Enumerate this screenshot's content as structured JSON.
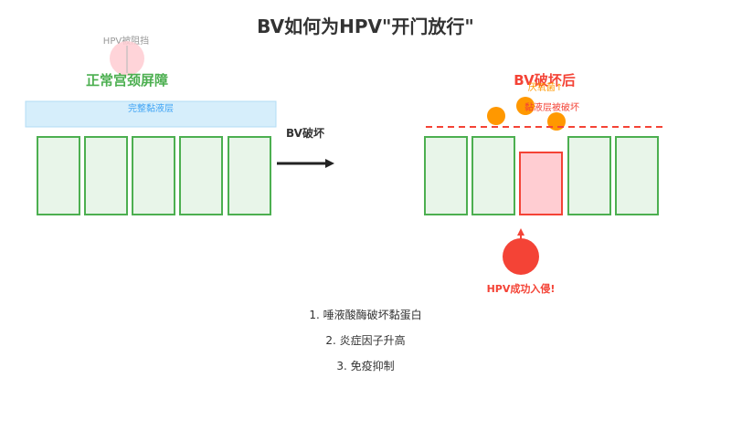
{
  "title": "BV如何为HPV\"开门放行\"",
  "left": {
    "heading": "正常宫颈屏障",
    "hpv_label": "HPV被阻挡",
    "mucus_label": "完整黏液层"
  },
  "arrow_label": "BV破坏",
  "right": {
    "heading": "BV破坏后",
    "anaerobe_label": "厌氧菌↑",
    "mucus_label": "黏液层被破坏",
    "hpv_label": "HPV成功入侵!"
  },
  "mechanisms": [
    "1. 唾液酸酶破坏黏蛋白",
    "2. 炎症因子升高",
    "3. 免疫抑制"
  ],
  "colors": {
    "title": "#333333",
    "normal_green": "#4caf50",
    "cell_fill": "#e8f5e9",
    "mucus_fill": "#d6eefb",
    "mucus_stroke": "#90caf9",
    "mucus_text": "#42a5f5",
    "danger_red": "#f44336",
    "damaged_fill": "#ffcdd2",
    "bacteria_orange": "#ff9800",
    "hpv_blocked": "#ffcdd2",
    "gray_text": "#999999"
  }
}
